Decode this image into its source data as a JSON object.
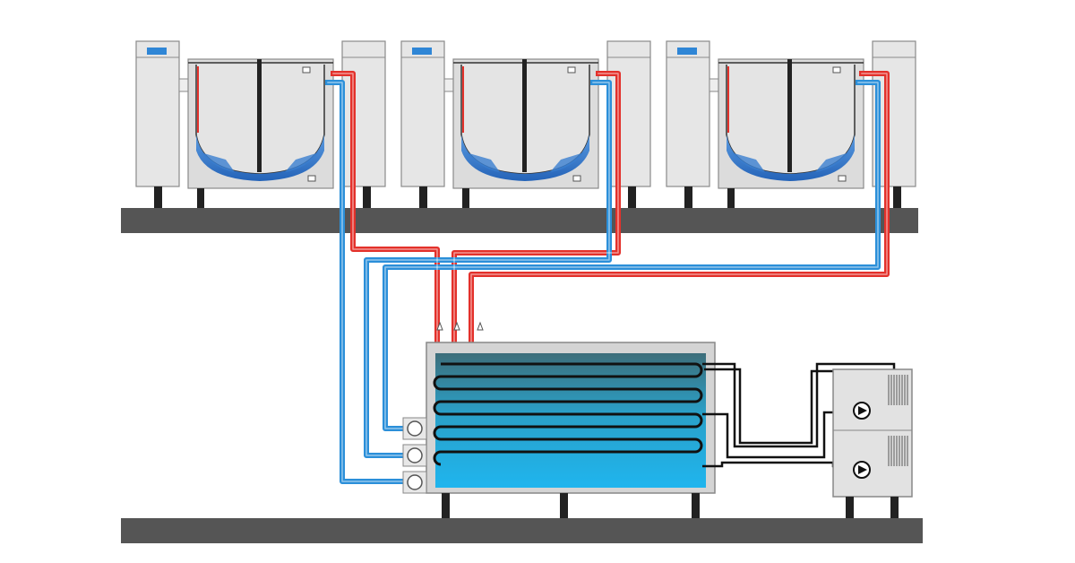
{
  "diagram": {
    "units": [
      "tilting-kettle-1",
      "tilting-kettle-2",
      "tilting-kettle-3"
    ],
    "colors": {
      "hot_line": "#e3312b",
      "cold_line": "#2b8fd9",
      "shelf": "#555555",
      "cabinet": "#e6e6e6",
      "cabinet_stroke": "#8a8a8a",
      "display": "#2f86d6",
      "kettle_body": "#dcdcdc",
      "kettle_liquid": "#3a7ecf",
      "tank_bg": "#d8d8d8",
      "coil": "#111111",
      "feet": "#222222"
    },
    "icons": [
      "valve-icon",
      "pump-icon",
      "heat-exchanger-coil-icon",
      "temperature-sensor-icon"
    ]
  }
}
